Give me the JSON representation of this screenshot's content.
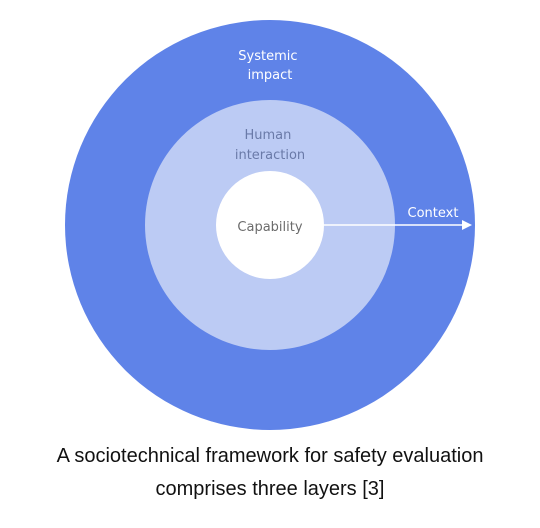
{
  "diagram": {
    "outer_label_line1": "Systemic",
    "outer_label_line2": "impact",
    "middle_label_line1": "Human",
    "middle_label_line2": "interaction",
    "inner_label": "Capability",
    "arrow_label": "Context",
    "colors": {
      "outer": "#5f83e8",
      "middle": "#bccbf4",
      "inner": "#ffffff",
      "outer_text": "#ffffff",
      "middle_text": "#6a7aa8",
      "inner_text": "#6b6b6b",
      "arrow": "#ffffff"
    }
  },
  "caption": {
    "line1": "A sociotechnical framework for safety evaluation",
    "line2": "comprises three layers  [3]"
  }
}
